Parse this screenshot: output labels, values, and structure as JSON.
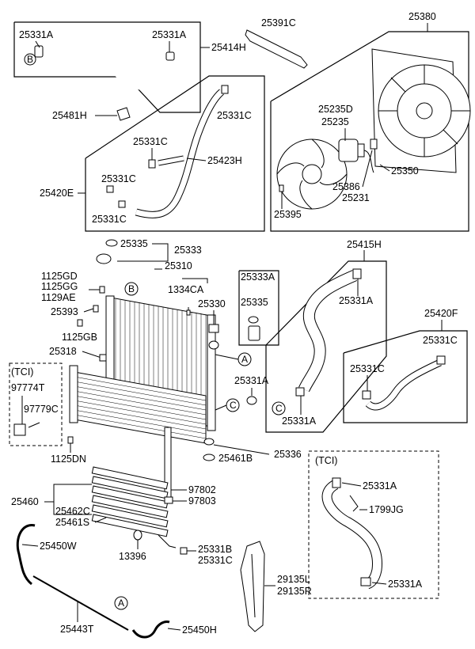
{
  "labels": {
    "p25331A_1": "25331A",
    "p25331A_2": "25331A",
    "p25414H": "25414H",
    "p25391C": "25391C",
    "p25380": "25380",
    "p25481H": "25481H",
    "p25331C_1": "25331C",
    "p25331C_2": "25331C",
    "p25423H": "25423H",
    "p25331C_3": "25331C",
    "p25420E": "25420E",
    "p25331C_4": "25331C",
    "p25235D": "25235D",
    "p25235": "25235",
    "p25350": "25350",
    "p25386": "25386",
    "p25395": "25395",
    "p25231": "25231",
    "p25335": "25335",
    "p25333": "25333",
    "p25310": "25310",
    "p25415H": "25415H",
    "p1125GD": "1125GD",
    "p1125GG": "1125GG",
    "p1129AE": "1129AE",
    "p1334CA": "1334CA",
    "p25333A": "25333A",
    "p25393": "25393",
    "p25330": "25330",
    "p25335b": "25335",
    "p25331A_3": "25331A",
    "p1125GB": "1125GB",
    "p25318": "25318",
    "p25420F": "25420F",
    "p25331C_5": "25331C",
    "p25331C_6": "25331C",
    "tci1": "(TCI)",
    "p97774T": "97774T",
    "p97779C": "97779C",
    "p25331A_4": "25331A",
    "p25331A_5": "25331A",
    "p1125DN": "1125DN",
    "p25336": "25336",
    "p25461B": "25461B",
    "tci2": "(TCI)",
    "p25331A_6": "25331A",
    "p1799JG": "1799JG",
    "p25460": "25460",
    "p97802": "97802",
    "p97803": "97803",
    "p25462C": "25462C",
    "p25461S": "25461S",
    "p25450W": "25450W",
    "p13396": "13396",
    "p25331B": "25331B",
    "p25331C_7": "25331C",
    "p29135L": "29135L",
    "p29135R": "29135R",
    "p25331A_7": "25331A",
    "p25443T": "25443T",
    "p25450H": "25450H"
  },
  "callouts": {
    "A": "A",
    "B": "B",
    "C": "C"
  }
}
